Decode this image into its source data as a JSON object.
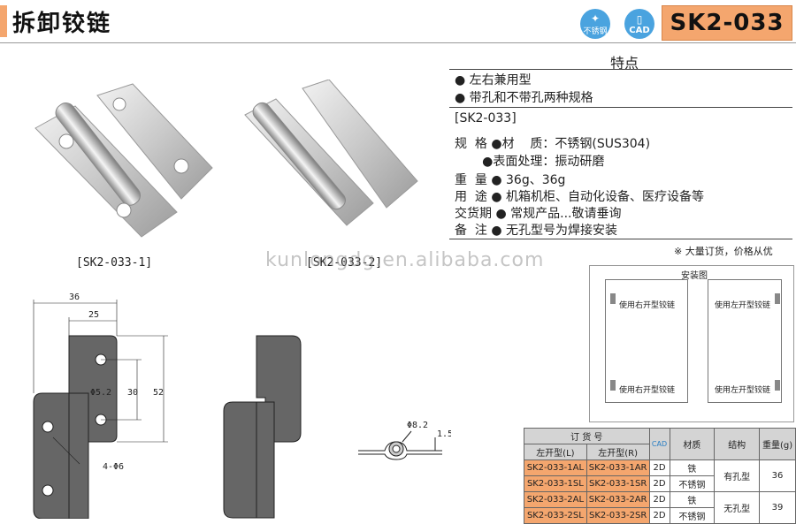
{
  "header": {
    "title": "拆卸铰链",
    "badge_stainless": "不锈钢",
    "badge_cad": "CAD",
    "model": "SK2-033"
  },
  "features": {
    "title": "特点",
    "items": [
      "● 左右兼用型",
      "● 带孔和不带孔两种规格"
    ]
  },
  "specs": {
    "model_tag": "[SK2-033]",
    "rows": [
      "规  格 ●材    质：不锈钢(SUS304)",
      "       ●表面处理：振动研磨",
      "重  量 ● 36g、36g",
      "用  途 ● 机箱机柜、自动化设备、医疗设备等",
      "交货期 ● 常规产品...敬请垂询",
      "备  注 ● 无孔型号为焊接安装"
    ],
    "note": "※ 大量订货，价格从优"
  },
  "captions": {
    "left": "[SK2-033-1]",
    "right": "[SK2-033-2]"
  },
  "watermark": "kunlongdg.en.alibaba.com",
  "dimensions": {
    "d36": "36",
    "d25": "25",
    "d30": "30",
    "d52": "52",
    "dhole": "Φ5.2",
    "dholes": "4-Φ6",
    "dpin": "Φ8.2",
    "dthick": "1.5"
  },
  "install": {
    "title": "安装图",
    "right_label": "使用右开型铰链",
    "left_label": "使用左开型铰链"
  },
  "order_table": {
    "header_main": "订 货 号",
    "header_cad": "CAD",
    "header_material": "材质",
    "header_structure": "结构",
    "header_weight": "重量(g)",
    "header_left": "左开型(L)",
    "header_right": "左开型(R)",
    "rows": [
      {
        "l": "SK2-033-1AL",
        "r": "SK2-033-1AR",
        "cad": "2D",
        "material": "铁"
      },
      {
        "l": "SK2-033-1SL",
        "r": "SK2-033-1SR",
        "cad": "2D",
        "material": "不锈钢"
      },
      {
        "l": "SK2-033-2AL",
        "r": "SK2-033-2AR",
        "cad": "2D",
        "material": "铁"
      },
      {
        "l": "SK2-033-2SL",
        "r": "SK2-033-2SR",
        "cad": "2D",
        "material": "不锈钢"
      }
    ],
    "structure_holes": "有孔型",
    "structure_noholes": "无孔型",
    "weight_holes": "36",
    "weight_noholes": "39"
  }
}
